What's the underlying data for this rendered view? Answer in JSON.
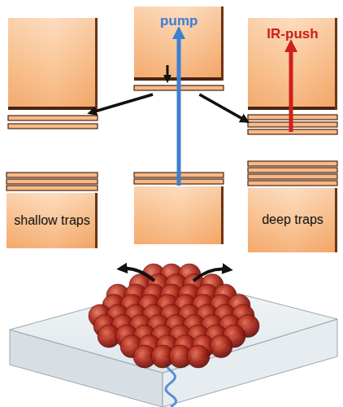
{
  "diagram": {
    "nodes": [
      {
        "text": [
          "pump"
        ]
      },
      {
        "text": [
          "IR-push"
        ]
      },
      {
        "text": [
          "shallow traps"
        ]
      },
      {
        "text": [
          "deep traps"
        ]
      }
    ],
    "edges": [
      {
        "from": 0,
        "to": 1,
        "arrow": "to"
      }
    ]
  }
}
